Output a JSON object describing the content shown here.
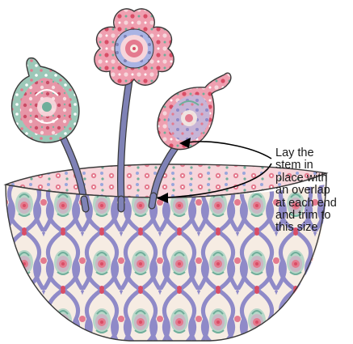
{
  "callout": {
    "lines": [
      "Lay the",
      "stem in",
      "place with",
      "an overlap",
      "at each end",
      "and trim to",
      "this size"
    ]
  },
  "colors": {
    "background": "#ffffff",
    "outline": "#3a3a3a",
    "fabric_base": "#f6ece3",
    "trellis_purple": "#8f8ac8",
    "motif_mint": "#9cc8b8",
    "motif_pink": "#e47a8e",
    "motif_red": "#d94d66",
    "leaf_green": "#6fae9a",
    "stem_color": "#7f82b6",
    "rim_pink": "#f3c7cd",
    "flower_pink": "#ec9aa9",
    "center_blue": "#9aa6dc",
    "arrow": "#000000"
  },
  "icons": {
    "flower_left": "teardrop-flower-mint-rim",
    "flower_center": "scalloped-round-flower",
    "flower_right": "teardrop-flower-pink-rim",
    "vase": "bowl-vase-damask-fabric",
    "arrows": "curved-callout-arrows"
  }
}
